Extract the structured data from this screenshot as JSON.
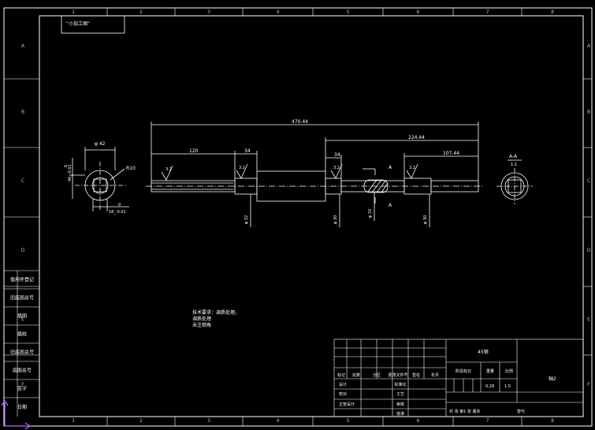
{
  "zone_numbers": [
    "1",
    "2",
    "3",
    "4",
    "5",
    "6",
    "7",
    "8"
  ],
  "zone_letters": [
    "A",
    "B",
    "C",
    "D",
    "E",
    "F"
  ],
  "stamp_text": "“小加工图”",
  "dims": {
    "overall": "470.44",
    "right_span": "224.44",
    "left_step": "120",
    "step1": "34",
    "step2": "34",
    "right_end": "107.44",
    "side_diam": "φ 42",
    "side_radius": "R10",
    "side_vert": "6",
    "side_vert2": "46_-0.01",
    "side_keyway": "0",
    "side_key_tol": "18_-0.01",
    "d1": "φ 32",
    "d2": "φ 30",
    "d3": "φ 32",
    "d4": "φ 30",
    "roughness": "3.2",
    "section_label": "A-A",
    "section_scale": "1:1",
    "section_mark": "A"
  },
  "notes": [
    "技术要求：调质处理。",
    "调质处理",
    "未注倒角"
  ],
  "left_strip": [
    "借用件登记",
    "旧底图总号",
    "描图",
    "描校",
    "旧底图总号",
    "底图总号",
    "签字",
    "日期"
  ],
  "title_block": {
    "material": "45钢",
    "part_name": "轴2",
    "row_headers": [
      "标记",
      "处数",
      "分区",
      "更改文件号",
      "签名",
      "年月"
    ],
    "stage_headers": [
      "阶段标记",
      "重量",
      "比例"
    ],
    "weight": "0.28",
    "scale": "1:5",
    "left_labels": [
      "设计",
      "校对",
      "主管设计"
    ],
    "mid_labels": [
      "标准化",
      "工艺",
      "审核",
      "批准"
    ],
    "sheet_info": "共  张 第1  张 版本",
    "replace": "替代"
  },
  "colors": {
    "frame": "#ffffff",
    "line": "#ffffff"
  }
}
